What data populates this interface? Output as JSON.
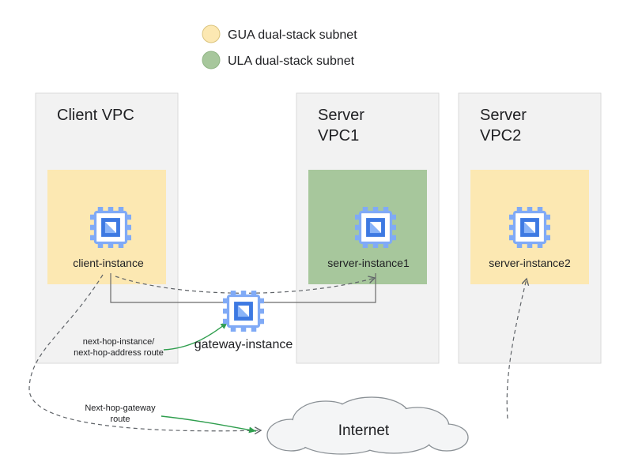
{
  "legend": {
    "items": [
      {
        "label": "GUA dual-stack subnet",
        "color": "#fce8b2",
        "border": "#dbc47e"
      },
      {
        "label": "ULA dual-stack subnet",
        "color": "#a7c79c",
        "border": "#8fb483"
      }
    ]
  },
  "vpcs": [
    {
      "title_line1": "Client VPC",
      "instance_label": "client-instance",
      "subnet_color": "#fce8b2"
    },
    {
      "title_line1": "Server",
      "title_line2": "VPC1",
      "instance_label": "server-instance1",
      "subnet_color": "#a7c79c"
    },
    {
      "title_line1": "Server",
      "title_line2": "VPC2",
      "instance_label": "server-instance2",
      "subnet_color": "#fce8b2"
    }
  ],
  "gateway": {
    "label": "gateway-instance"
  },
  "internet": {
    "label": "Internet"
  },
  "route_labels": [
    {
      "line1": "next-hop-instance/",
      "line2": "next-hop-address route"
    },
    {
      "line1": "Next-hop-gateway",
      "line2": "route"
    }
  ],
  "colors": {
    "vpc_fill": "#f2f2f2",
    "vpc_border": "#d9d9d9",
    "gua_subnet": "#fce8b2",
    "ula_subnet": "#a7c79c",
    "cloud_fill": "#f4f5f6",
    "cloud_border": "#8a9095",
    "dashed_line": "#5f6368",
    "solid_line": "#6b6b6b",
    "route_arrow_green": "#2f9e4e",
    "chip_core_blue": "#3d79e2",
    "chip_pin_blue": "#80aaf6"
  }
}
